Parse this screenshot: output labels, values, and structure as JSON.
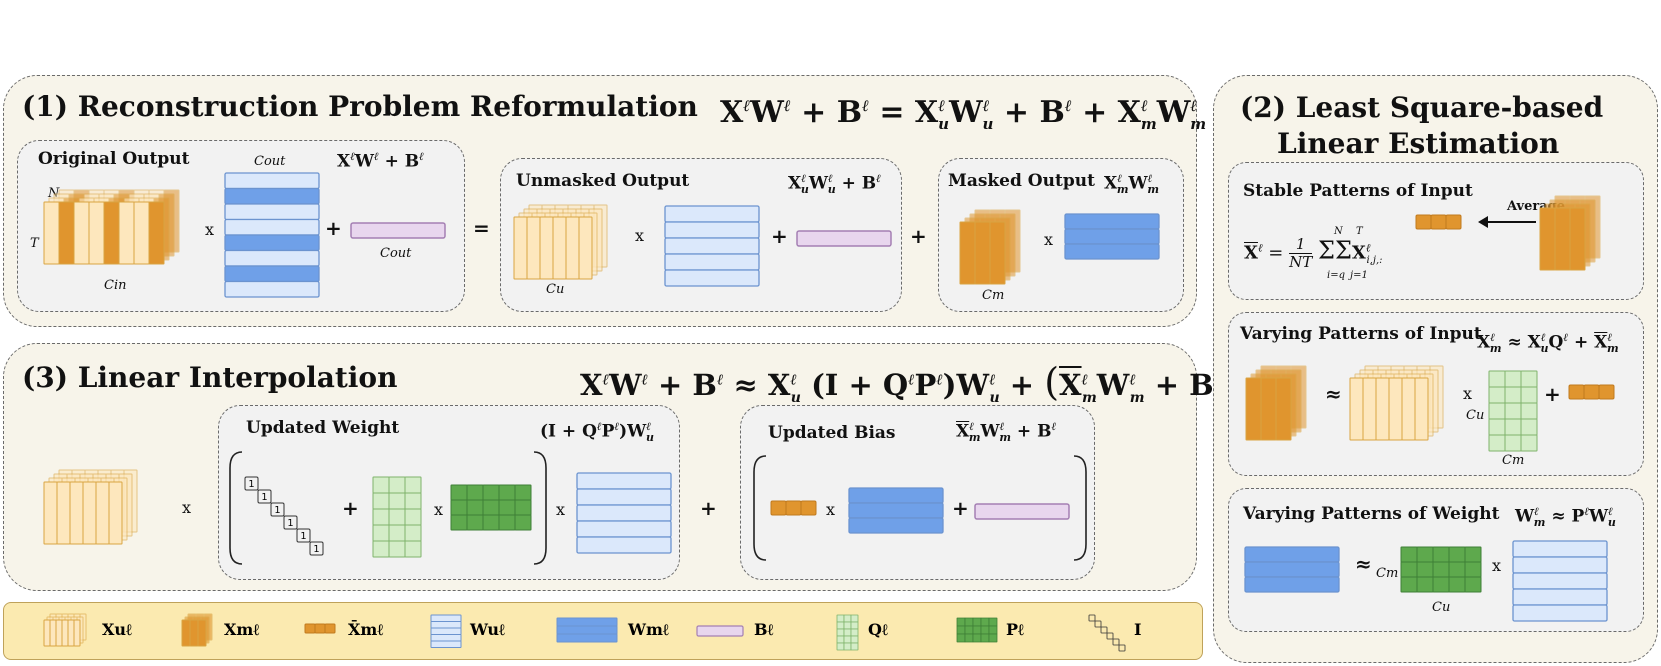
{
  "panel1": {
    "title": "(1) Reconstruction Problem Reformulation",
    "equation": "XℓWℓ + Bℓ = XuℓWuℓ + Bℓ + XmℓWmℓ",
    "original": {
      "label": "Original Output",
      "eq": "XℓWℓ + Bℓ",
      "n": "N",
      "t": "T",
      "cin": "Cin",
      "cout": "Cout",
      "cout2": "Cout"
    },
    "unmasked": {
      "label": "Unmasked Output",
      "eq": "XuℓWuℓ + Bℓ",
      "cu": "Cu"
    },
    "masked": {
      "label": "Masked Output",
      "eq": "XmℓWmℓ",
      "cm": "Cm"
    }
  },
  "panel2": {
    "title_line1": "(2) Least Square-based",
    "title_line2": "Linear Estimation",
    "stable": {
      "label": "Stable Patterns of Input",
      "average": "Average",
      "eq": "X̄ℓ = 1/NT Σ(i=q..N) Σ(j=1..T) Xℓi,j,:"
    },
    "varying_input": {
      "label": "Varying Patterns of Input",
      "eq": "Xmℓ ≈ XuℓQℓ + X̄mℓ",
      "cu": "Cu",
      "cm": "Cm"
    },
    "varying_weight": {
      "label": "Varying Patterns of Weight",
      "eq": "Wmℓ ≈ PℓWuℓ",
      "cm": "Cm",
      "cu": "Cu"
    }
  },
  "panel3": {
    "title": "(3)  Linear Interpolation",
    "equation": "XℓWℓ + Bℓ ≈ Xuℓ (I + QℓPℓ)Wuℓ + (X̄mℓWmℓ + Bℓ)",
    "updated_weight": {
      "label": "Updated Weight",
      "eq": "(I + QℓPℓ)Wuℓ",
      "diag": "1"
    },
    "updated_bias": {
      "label": "Updated Bias",
      "eq": "X̄mℓWmℓ + Bℓ"
    }
  },
  "operators": {
    "times": "x",
    "plus": "+",
    "equals": "=",
    "approx": "≈"
  },
  "legend": [
    {
      "symbol": "Xuℓ"
    },
    {
      "symbol": "Xmℓ"
    },
    {
      "symbol": "X̄mℓ"
    },
    {
      "symbol": "Wuℓ"
    },
    {
      "symbol": "Wmℓ"
    },
    {
      "symbol": "Bℓ"
    },
    {
      "symbol": "Qℓ"
    },
    {
      "symbol": "Pℓ"
    },
    {
      "symbol": "I"
    }
  ],
  "colors": {
    "panel_bg": "#f7f4ea",
    "sub_bg": "#f2f2f2",
    "legend_bg": "#fbeab0",
    "unmasked_fill": "#fde7bd",
    "unmasked_stroke": "#d9a441",
    "masked_fill": "#e0952e",
    "w_light": "#dbe8fb",
    "w_dark": "#6fa0e8",
    "w_stroke": "#6b93cf",
    "bias_fill": "#e8d6ee",
    "bias_stroke": "#a47fb3",
    "q_fill": "#d4edc8",
    "q_stroke": "#7fb36b",
    "p_fill": "#5ea94d",
    "p_stroke": "#3f7f36"
  }
}
